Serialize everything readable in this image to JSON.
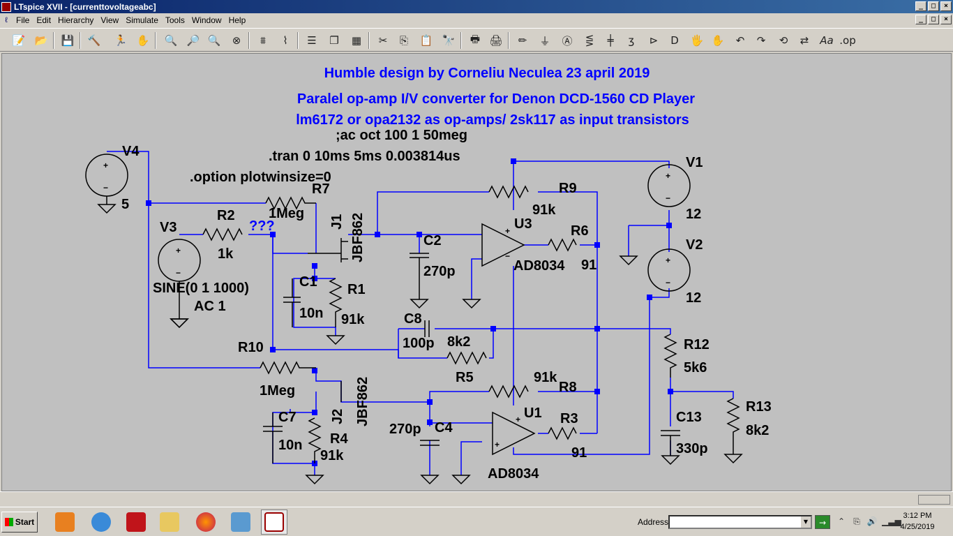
{
  "window": {
    "title": "LTspice XVII - [currenttovoltageabc]"
  },
  "menu": [
    "File",
    "Edit",
    "Hierarchy",
    "View",
    "Simulate",
    "Tools",
    "Window",
    "Help"
  ],
  "toolbar": {
    "icons": [
      "new-schematic-icon",
      "open-icon",
      "save-icon",
      "control-panel-icon",
      "run-icon",
      "halt-icon",
      "zoom-in-icon",
      "zoom-pan-icon",
      "zoom-out-icon",
      "zoom-fit-icon",
      "autoscale-icon",
      "waveform-icon",
      "tile-horizontal-icon",
      "cascade-icon",
      "tile-vertical-icon",
      "cut-icon",
      "copy-icon",
      "paste-icon",
      "find-icon",
      "print-setup-icon",
      "print-icon",
      "draw-wire-icon",
      "ground-icon",
      "label-net-icon",
      "resistor-icon",
      "capacitor-icon",
      "inductor-icon",
      "diode-icon",
      "component-icon",
      "move-icon",
      "drag-icon",
      "undo-icon",
      "redo-icon",
      "rotate-icon",
      "mirror-icon",
      "text-icon",
      "spice-directive-icon"
    ]
  },
  "schematic": {
    "texts": {
      "title1": "Humble design by Corneliu Neculea 23 april 2019",
      "title2": "Paralel op-amp I/V converter for Denon DCD-1560 CD Player",
      "title3": "lm6172 or opa2132 as op-amps/ 2sk117 as input transistors",
      "dir_ac": ";ac oct 100 1 50meg",
      "dir_tran": ".tran 0 10ms 5ms 0.003814us",
      "dir_option": ".option plotwinsize=0",
      "qqq": "???"
    },
    "labels": {
      "V4": "V4",
      "V4v": "5",
      "V3": "V3",
      "V3v": "SINE(0 1 1000)",
      "V3ac": "AC 1",
      "V1": "V1",
      "V1v": "12",
      "V2": "V2",
      "V2v": "12",
      "R2": "R2",
      "R2v": "1k",
      "R7": "R7",
      "R7v": "1Meg",
      "J1": "J1",
      "J1v": "JBF862",
      "C1": "C1",
      "C1v": "10n",
      "R1": "R1",
      "R1v": "91k",
      "C2": "C2",
      "C2v": "270p",
      "R9": "R9",
      "R9v": "91k",
      "U3": "U3",
      "U3v": "AD8034",
      "R6": "R6",
      "R6v": "91",
      "C8": "C8",
      "C8v": "100p",
      "R5": "R5",
      "R5v": "8k2",
      "R10": "R10",
      "R10v": "1Meg",
      "J2": "J2",
      "J2v": "JBF862",
      "C7": "C7",
      "C7v": "10n",
      "R4": "R4",
      "R4v": "91k",
      "C4": "C4",
      "C4v": "270p",
      "R8": "R8",
      "R8v": "91k",
      "U1": "U1",
      "U1v": "AD8034",
      "R3": "R3",
      "R3v": "91",
      "R12": "R12",
      "R12v": "5k6",
      "C13": "C13",
      "C13v": "330p",
      "R13": "R13",
      "R13v": "8k2"
    },
    "colors": {
      "wire": "#0000ff",
      "text_blue": "#0000ff",
      "text": "#000000",
      "component": "#000000",
      "canvas": "#c0c0c0"
    }
  },
  "taskbar": {
    "start": "Start",
    "apps": [
      "media-player-icon",
      "internet-explorer-icon",
      "acrobat-icon",
      "explorer-icon",
      "firefox-icon",
      "image-viewer-icon",
      "ltspice-icon"
    ],
    "address_label": "Address",
    "address_value": "",
    "clock_time": "3:12 PM",
    "clock_date": "4/25/2019"
  }
}
